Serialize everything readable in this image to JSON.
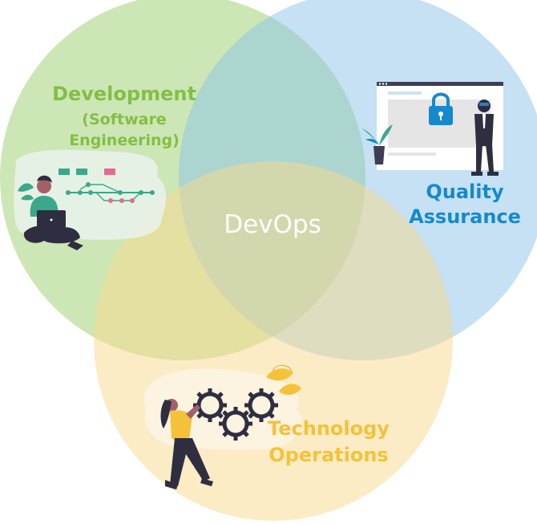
{
  "colors": {
    "development": "#82bf45",
    "quality": "#1689cc",
    "operations": "#f4c23a",
    "center_text": "#ffffff",
    "ink": "#2f2e41"
  },
  "circles": {
    "development": {
      "title": "Development",
      "subtitle_line1": "(Software",
      "subtitle_line2": "Engineering)",
      "icon": "developer-laptop-illustration"
    },
    "quality": {
      "line1": "Quality",
      "line2": "Assurance",
      "icon": "security-lock-illustration"
    },
    "operations": {
      "line1": "Technology",
      "line2": "Operations",
      "icon": "gears-illustration"
    }
  },
  "center_label": "DevOps"
}
